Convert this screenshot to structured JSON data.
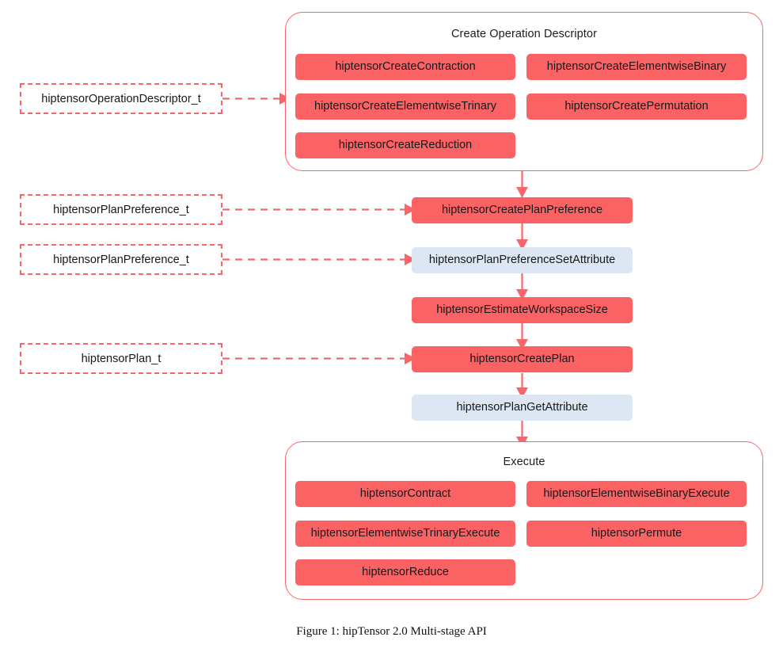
{
  "figure": {
    "caption": "Figure 1: hipTensor 2.0 Multi-stage API"
  },
  "colors": {
    "pill_red": "#FA6263",
    "pill_blue": "#DCE7F3",
    "outline": "#F9656A",
    "connector": "#F9656A",
    "text": "#16181a",
    "background": "#FFFFFF"
  },
  "groups": {
    "create_operation_descriptor": {
      "title": "Create Operation Descriptor",
      "pills": [
        {
          "label": "hiptensorCreateContraction",
          "style": "red"
        },
        {
          "label": "hiptensorCreateElementwiseBinary",
          "style": "red"
        },
        {
          "label": "hiptensorCreateElementwiseTrinary",
          "style": "red"
        },
        {
          "label": "hiptensorCreatePermutation",
          "style": "red"
        },
        {
          "label": "hiptensorCreateReduction",
          "style": "red"
        }
      ]
    },
    "execute": {
      "title": "Execute",
      "pills": [
        {
          "label": "hiptensorContract",
          "style": "red"
        },
        {
          "label": "hiptensorElementwiseBinaryExecute",
          "style": "red"
        },
        {
          "label": "hiptensorElementwiseTrinaryExecute",
          "style": "red"
        },
        {
          "label": "hiptensorPermute",
          "style": "red"
        },
        {
          "label": "hiptensorReduce",
          "style": "red"
        }
      ]
    }
  },
  "pipeline": {
    "steps": [
      {
        "label": "hiptensorCreatePlanPreference",
        "style": "red"
      },
      {
        "label": "hiptensorPlanPreferenceSetAttribute",
        "style": "blue"
      },
      {
        "label": "hiptensorEstimateWorkspaceSize",
        "style": "red"
      },
      {
        "label": "hiptensorCreatePlan",
        "style": "red"
      },
      {
        "label": "hiptensorPlanGetAttribute",
        "style": "blue"
      }
    ]
  },
  "types": [
    {
      "label": "hiptensorOperationDescriptor_t",
      "target": "create_operation_descriptor"
    },
    {
      "label": "hiptensorPlanPreference_t",
      "target": "hiptensorCreatePlanPreference"
    },
    {
      "label": "hiptensorPlanPreference_t",
      "target": "hiptensorPlanPreferenceSetAttribute"
    },
    {
      "label": "hiptensorPlan_t",
      "target": "hiptensorCreatePlan"
    }
  ]
}
